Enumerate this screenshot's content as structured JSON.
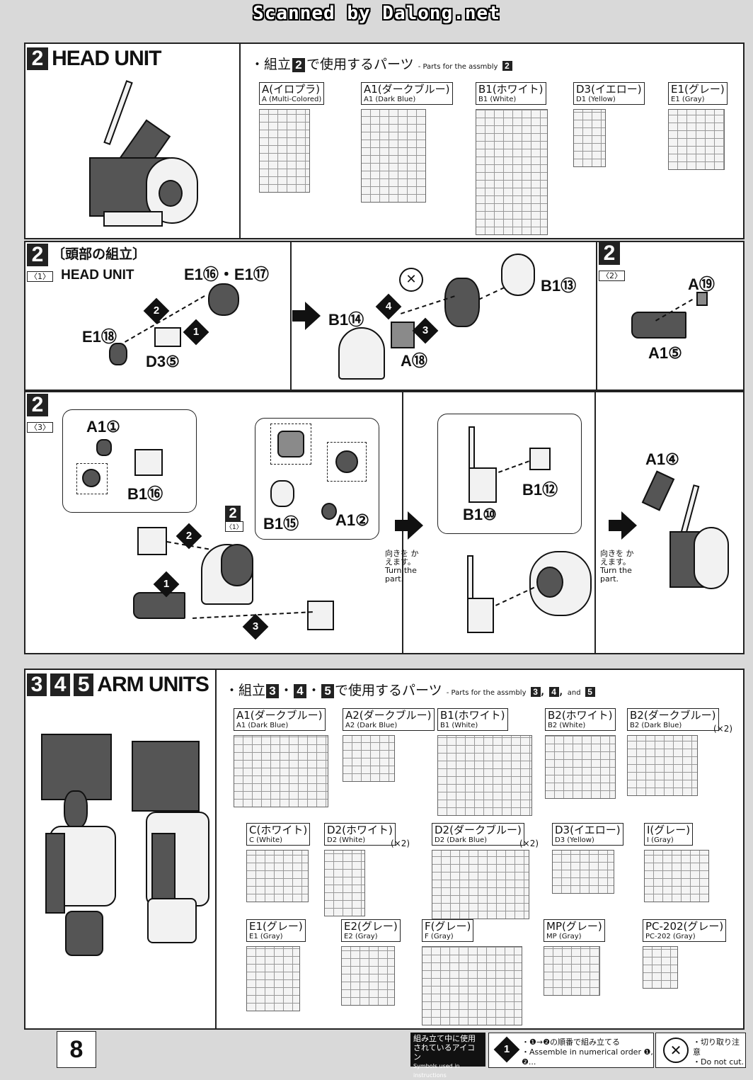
{
  "header": {
    "scan_credit": "Scanned by Dalong.net"
  },
  "head_unit": {
    "step": "2",
    "title": "HEAD UNIT",
    "parts_heading_jp_a": "・組立",
    "parts_heading_jp_b": "で使用するパーツ",
    "parts_heading_en": "- Parts for the assmbly",
    "runners": [
      {
        "jp": "A(イロプラ)",
        "en": "A (Multi-Colored)"
      },
      {
        "jp": "A1(ダークブルー)",
        "en": "A1 (Dark Blue)"
      },
      {
        "jp": "B1(ホワイト)",
        "en": "B1 (White)"
      },
      {
        "jp": "D3(イエロー)",
        "en": "D1 (Yellow)"
      },
      {
        "jp": "E1(グレー)",
        "en": "E1 (Gray)"
      }
    ]
  },
  "head_assembly": {
    "step": "2",
    "sub1": "〈1〉",
    "sub1_title_jp": "〔頭部の組立〕",
    "sub1_title_en": "HEAD UNIT",
    "sub2": "〈2〉",
    "sub3": "〈3〉",
    "ref_sub": "〈1〉",
    "labels": {
      "e1_16_17": "E1⑯・E1⑰",
      "e1_18": "E1⑱",
      "d3_5": "D3⑤",
      "b1_13": "B1⑬",
      "b1_14": "B1⑭",
      "a_18": "A⑱",
      "a_19": "A⑲",
      "a1_5": "A1⑤",
      "a1_1": "A1①",
      "b1_16": "B1⑯",
      "b1_15": "B1⑮",
      "a1_2": "A1②",
      "b1_12": "B1⑫",
      "b1_10": "B1⑩",
      "a1_4": "A1④"
    },
    "turn_jp": "向きを かえます。",
    "turn_en": "Turn the part."
  },
  "arm_units": {
    "steps": [
      "3",
      "4",
      "5"
    ],
    "title": "ARM UNITS",
    "parts_heading_jp_a": "・組立",
    "parts_heading_jp_b": "で使用するパーツ",
    "parts_heading_en": "- Parts for the assmbly",
    "parts_heading_and": "and",
    "runners": [
      {
        "jp": "A1(ダークブルー)",
        "en": "A1 (Dark Blue)",
        "mult": ""
      },
      {
        "jp": "A2(ダークブルー)",
        "en": "A2 (Dark Blue)",
        "mult": ""
      },
      {
        "jp": "B1(ホワイト)",
        "en": "B1 (White)",
        "mult": ""
      },
      {
        "jp": "B2(ホワイト)",
        "en": "B2 (White)",
        "mult": ""
      },
      {
        "jp": "B2(ダークブルー)",
        "en": "B2 (Dark Blue)",
        "mult": "(×2)"
      },
      {
        "jp": "C(ホワイト)",
        "en": "C (White)",
        "mult": ""
      },
      {
        "jp": "D2(ホワイト)",
        "en": "D2 (White)",
        "mult": "(×2)"
      },
      {
        "jp": "D2(ダークブルー)",
        "en": "D2 (Dark Blue)",
        "mult": "(×2)"
      },
      {
        "jp": "D3(イエロー)",
        "en": "D3 (Yellow)",
        "mult": ""
      },
      {
        "jp": "I(グレー)",
        "en": "I (Gray)",
        "mult": ""
      },
      {
        "jp": "E1(グレー)",
        "en": "E1 (Gray)",
        "mult": ""
      },
      {
        "jp": "E2(グレー)",
        "en": "E2 (Gray)",
        "mult": ""
      },
      {
        "jp": "F(グレー)",
        "en": "F (Gray)",
        "mult": ""
      },
      {
        "jp": "MP(グレー)",
        "en": "MP (Gray)",
        "mult": ""
      },
      {
        "jp": "PC-202(グレー)",
        "en": "PC-202 (Gray)",
        "mult": ""
      }
    ]
  },
  "footer": {
    "page_number": "8",
    "icons_jp": "組み立て中に使用されているアイコン",
    "icons_en": "Symbols used in instructions",
    "order_jp": "・❶→❷の順番で組み立てる",
    "order_en": "・Assemble in numerical order ❶, ❷...",
    "cut_jp": "・切り取り注意",
    "cut_en": "・Do not cut."
  }
}
